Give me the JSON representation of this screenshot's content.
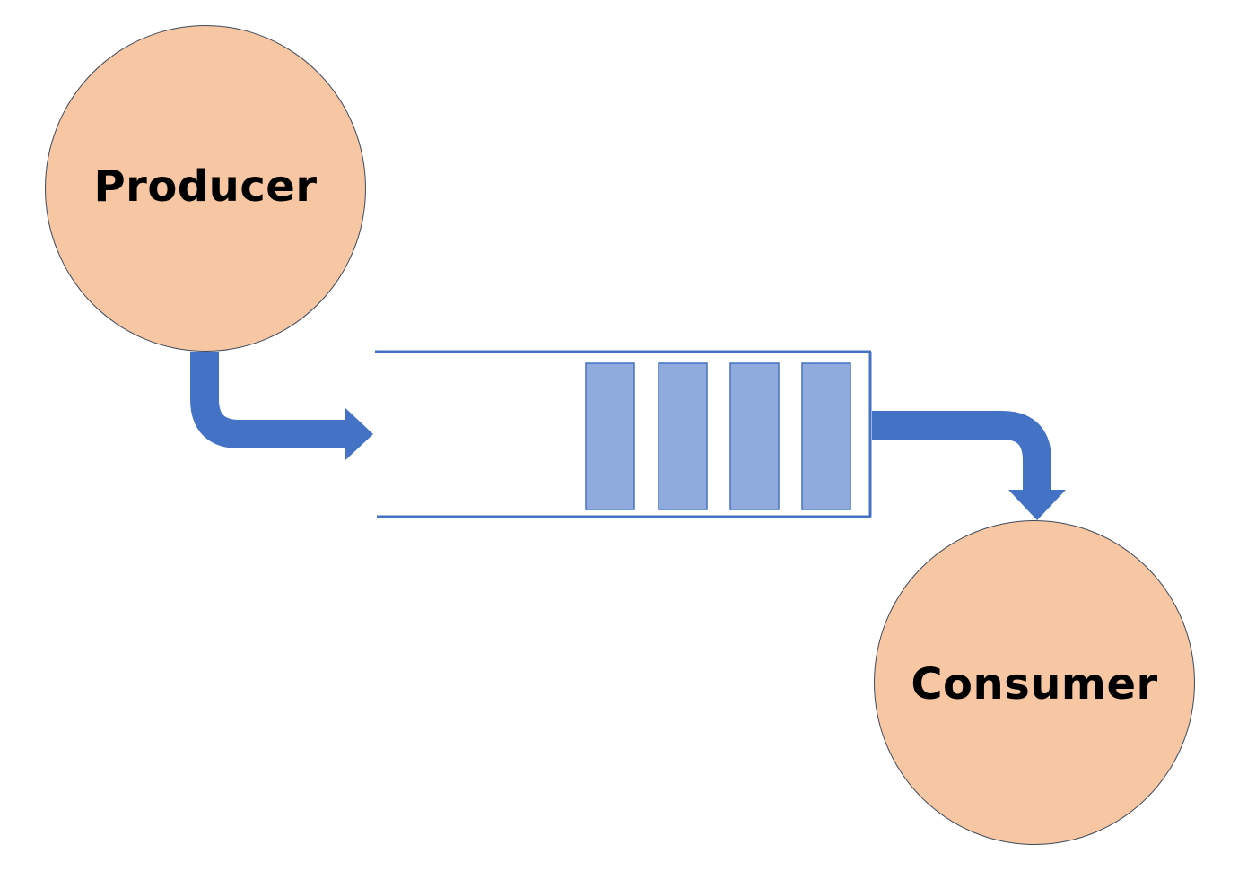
{
  "colors": {
    "node_fill": "#f6c7a2",
    "node_stroke": "#3d4a5c",
    "arrow": "#4472c4",
    "queue_outline": "#4472c4",
    "queue_item_fill": "#8faadc",
    "queue_item_stroke": "#4472c4"
  },
  "producer": {
    "label": "Producer"
  },
  "consumer": {
    "label": "Consumer"
  },
  "queue": {
    "item_count": 4
  }
}
